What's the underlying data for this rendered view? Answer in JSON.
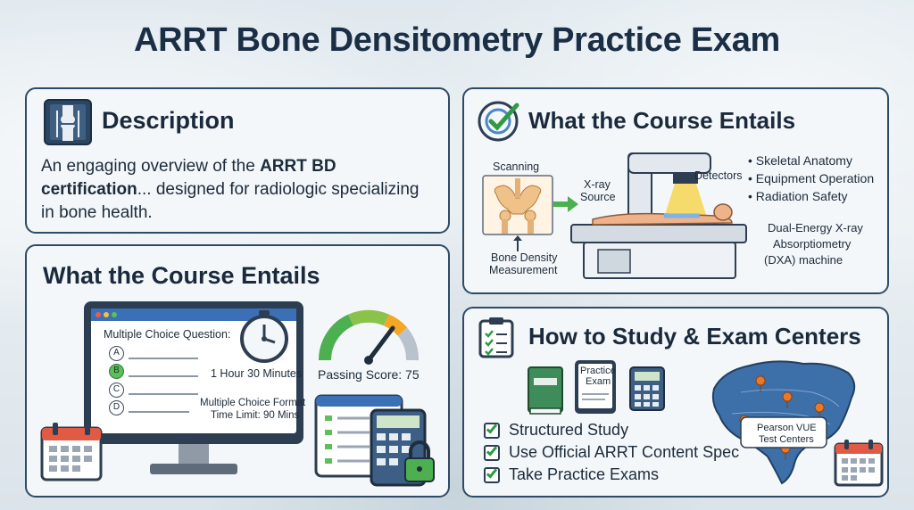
{
  "title": "ARRT Bone Densitometry Practice Exam",
  "description": {
    "heading": "Description",
    "text_prefix": "An engaging overview of the ",
    "text_bold": "ARRT BD certification",
    "text_suffix": "... designed for radiologic specializing in bone health.",
    "icon": "knee-xray-icon"
  },
  "course_exam": {
    "heading": "What the Course Entails",
    "question_label": "Multiple Choice Question:",
    "options": [
      "A",
      "B",
      "C",
      "D"
    ],
    "selected_option": "B",
    "duration": "1 Hour 30 Minutes",
    "format_line1": "Multiple Choice Format",
    "format_line2": "Time Limit: 90 Mins",
    "passing_score": "Passing Score: 75"
  },
  "course_dxa": {
    "heading": "What the Course Entails",
    "scanning": "Scanning",
    "xray_source_1": "X-ray",
    "xray_source_2": "Source",
    "detectors": "Detectors",
    "bone_density_1": "Bone Density",
    "bone_density_2": "Measurement",
    "bullets": [
      "Skeletal Anatomy",
      "Equipment Operation",
      "Radiation Safety"
    ],
    "dxa_1": "Dual-Energy X-ray",
    "dxa_2": "Absorptiometry",
    "dxa_3": "(DXA) machine"
  },
  "study": {
    "heading": "How to Study & Exam Centers",
    "practice_1": "Practice",
    "practice_2": "Exam",
    "items": [
      "Structured Study",
      "Use Official ARRT Content Spec",
      "Take Practice Exams"
    ],
    "pearson_1": "Pearson VUE",
    "pearson_2": "Test Centers"
  },
  "colors": {
    "navy": "#1a2e45",
    "panel_border": "#2f4a66",
    "green": "#2e9a44",
    "orange": "#e8792b",
    "blue": "#3b6fb6",
    "yellow": "#f5d23c"
  }
}
